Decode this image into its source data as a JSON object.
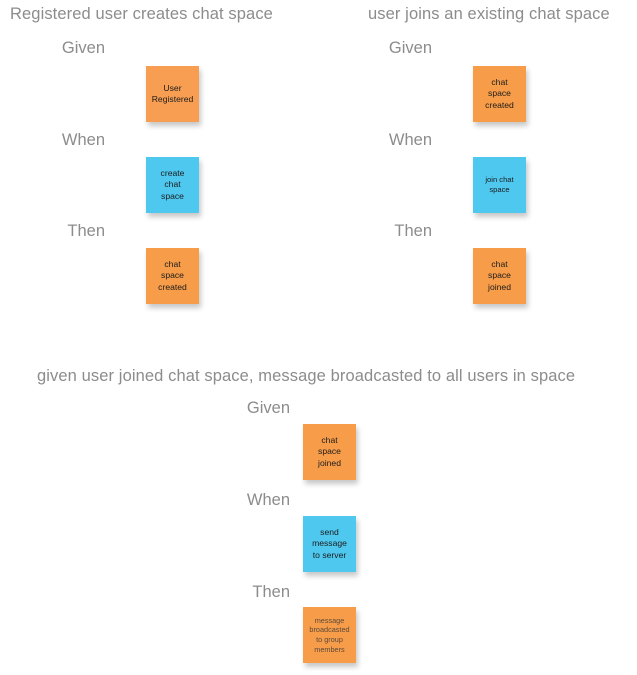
{
  "board": {
    "background_color": "#ffffff",
    "title_color": "#8c8c8c",
    "note_orange": "#f79c49",
    "note_blue": "#4fc8f0",
    "note_text_color": "#1c1c1c"
  },
  "scenarios": [
    {
      "id": "registered-user-creates-chat-space",
      "title": "Registered user creates chat space",
      "steps": [
        {
          "label": "Given",
          "note": {
            "type": "event",
            "color": "#f79e52",
            "lines": [
              "User",
              "Registered"
            ]
          }
        },
        {
          "label": "When",
          "note": {
            "type": "command",
            "color": "#4fc8f0",
            "lines": [
              "create",
              "chat",
              "space"
            ]
          }
        },
        {
          "label": "Then",
          "note": {
            "type": "event",
            "color": "#f79c49",
            "lines": [
              "chat",
              "space",
              "created"
            ]
          }
        }
      ]
    },
    {
      "id": "user-joins-an-existing-chat-space",
      "title": "user joins an existing chat space",
      "steps": [
        {
          "label": "Given",
          "note": {
            "type": "event",
            "color": "#f79c49",
            "lines": [
              "chat",
              "space",
              "created"
            ]
          }
        },
        {
          "label": "When",
          "note": {
            "type": "command",
            "color": "#4fc8f0",
            "lines": [
              "join chat",
              "space"
            ]
          }
        },
        {
          "label": "Then",
          "note": {
            "type": "event",
            "color": "#f79c49",
            "lines": [
              "chat",
              "space",
              "joined"
            ]
          }
        }
      ]
    },
    {
      "id": "message-broadcasted-to-all-users-in-space",
      "title": "given user joined chat space, message broadcasted to all users in space",
      "steps": [
        {
          "label": "Given",
          "note": {
            "type": "event",
            "color": "#f79c49",
            "lines": [
              "chat",
              "space",
              "joined"
            ]
          }
        },
        {
          "label": "When",
          "note": {
            "type": "command",
            "color": "#4fc8f0",
            "lines": [
              "send",
              "message",
              "to server"
            ]
          }
        },
        {
          "label": "Then",
          "note": {
            "type": "event",
            "color": "#f79c49",
            "lines": [
              "message",
              "broadcasted",
              "to group",
              "members"
            ]
          }
        }
      ]
    }
  ]
}
